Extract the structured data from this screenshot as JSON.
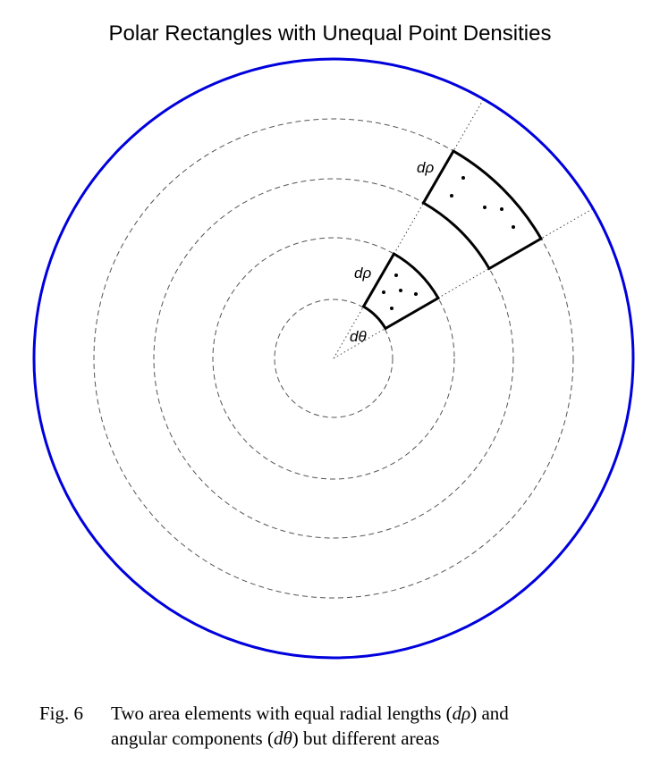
{
  "title": "Polar Rectangles with Unequal Point Densities",
  "labels": {
    "outer_drho": "dρ",
    "inner_drho": "dρ",
    "dtheta": "dθ"
  },
  "caption": {
    "fig_number": "Fig. 6",
    "line1_a": "Two area elements with equal radial lengths (",
    "line1_math": "dρ",
    "line1_b": ") and",
    "line2_a": "angular components (",
    "line2_math": "dθ",
    "line2_b": ") but different areas"
  },
  "colors": {
    "outer_circle": "#0000dd",
    "dashed_circles": "#555555",
    "element_outline": "#000000"
  }
}
